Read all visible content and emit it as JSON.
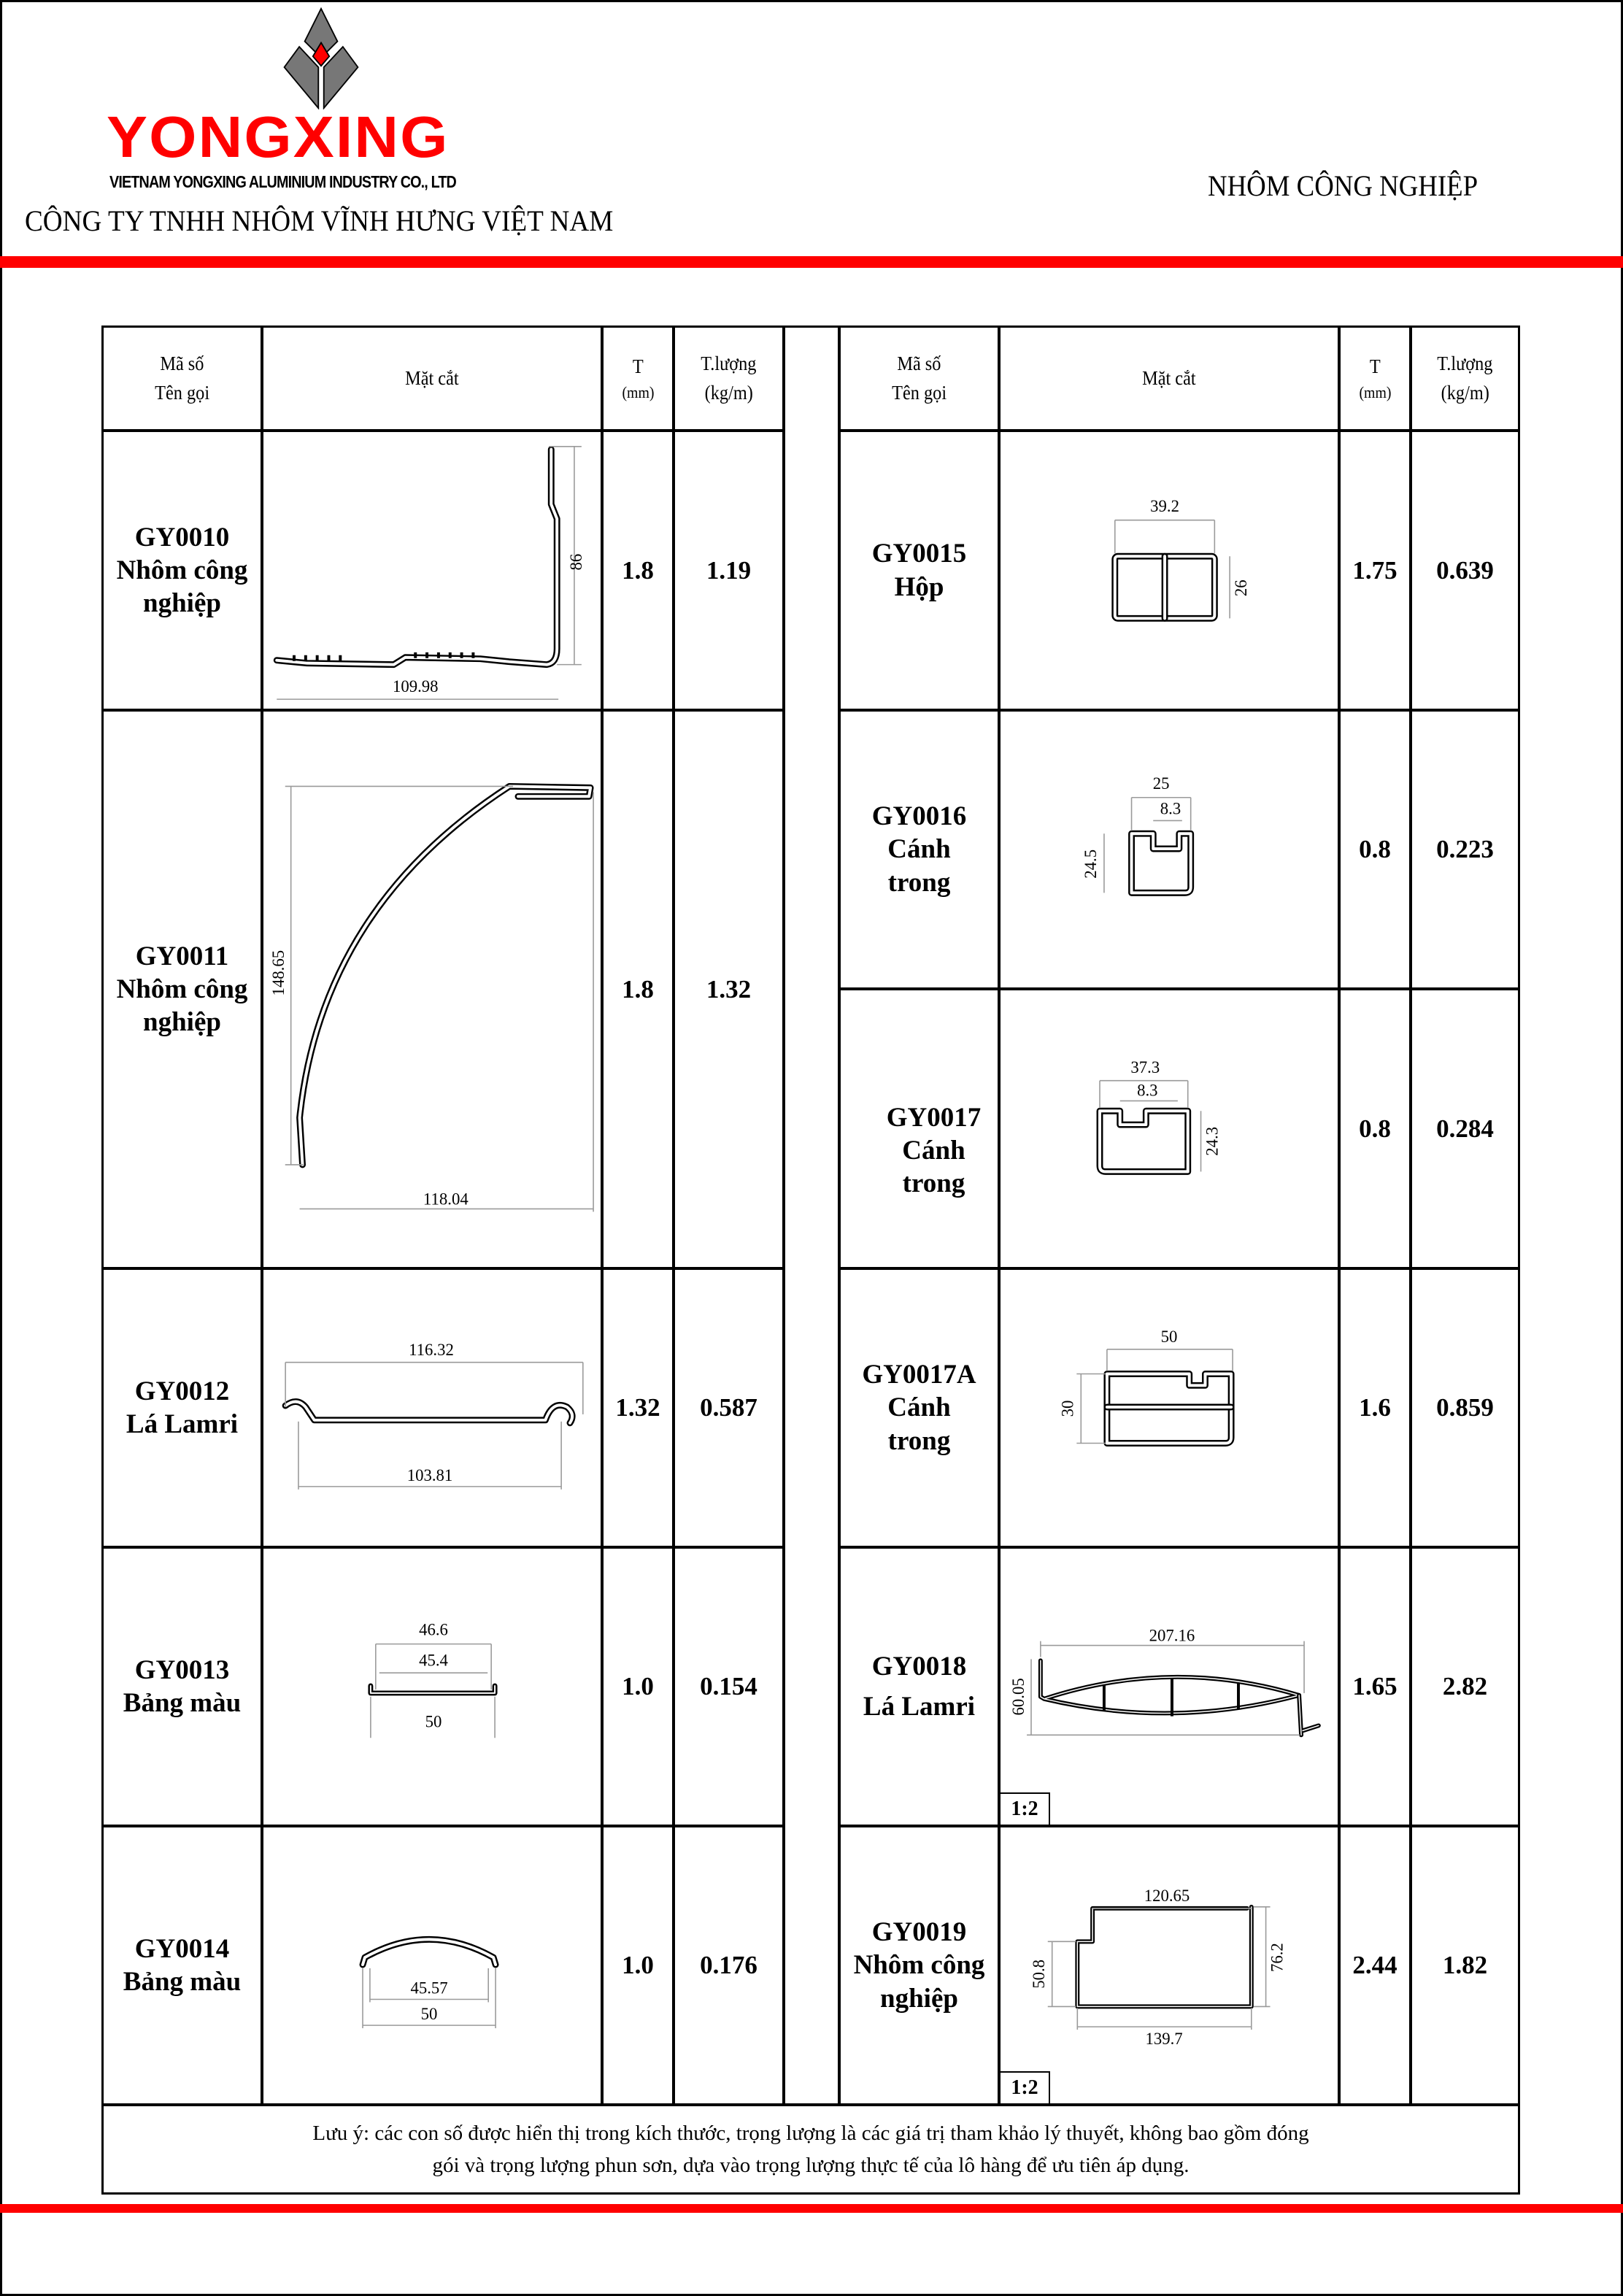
{
  "header": {
    "brand": "YONGXING",
    "brand_sub": "VIETNAM YONGXING ALUMINIUM INDUSTRY CO., LTD",
    "company": "CÔNG TY TNHH NHÔM VĨNH HƯNG VIỆT NAM",
    "category": "NHÔM CÔNG NGHIỆP",
    "accent_color": "#ff0000"
  },
  "columns": {
    "code_line1": "Mã số",
    "code_line2": "Tên gọi",
    "section": "Mặt cắt",
    "t_line1": "T",
    "t_line2": "(mm)",
    "w_line1": "T.lượng",
    "w_line2": "(kg/m)"
  },
  "left_rows": [
    {
      "code": "GY0010",
      "name1": "Nhôm công",
      "name2": "nghiệp",
      "t": "1.8",
      "weight": "1.19",
      "dims": [
        "86",
        "109.98"
      ]
    },
    {
      "code": "GY0011",
      "name1": "Nhôm công",
      "name2": "nghiệp",
      "t": "1.8",
      "weight": "1.32",
      "dims": [
        "148.65",
        "118.04"
      ]
    },
    {
      "code": "GY0012",
      "name1": "Lá Lamri",
      "t": "1.32",
      "weight": "0.587",
      "dims": [
        "116.32",
        "103.81"
      ]
    },
    {
      "code": "GY0013",
      "name1": "Bảng màu",
      "t": "1.0",
      "weight": "0.154",
      "dims": [
        "46.6",
        "45.4",
        "50"
      ]
    },
    {
      "code": "GY0014",
      "name1": "Bảng màu",
      "t": "1.0",
      "weight": "0.176",
      "dims": [
        "45.57",
        "50"
      ]
    }
  ],
  "right_rows": [
    {
      "code": "GY0015",
      "name1": "Hộp",
      "t": "1.75",
      "weight": "0.639",
      "dims": [
        "39.2",
        "26"
      ]
    },
    {
      "code": "GY0016",
      "name1": "Cánh",
      "name2": "trong",
      "t": "0.8",
      "weight": "0.223",
      "dims": [
        "25",
        "8.3",
        "24.5"
      ]
    },
    {
      "code": "GY0017",
      "name1": "Cánh",
      "name2": "trong",
      "t": "0.8",
      "weight": "0.284",
      "dims": [
        "37.3",
        "8.3",
        "24.3"
      ]
    },
    {
      "code": "GY0017A",
      "name1": "Cánh",
      "name2": "trong",
      "t": "1.6",
      "weight": "0.859",
      "dims": [
        "50",
        "30"
      ]
    },
    {
      "code": "GY0018",
      "name1": "Lá Lamri",
      "t": "1.65",
      "weight": "2.82",
      "dims": [
        "207.16",
        "60.05"
      ],
      "scale": "1:2"
    },
    {
      "code": "GY0019",
      "name1": "Nhôm công",
      "name2": "nghiệp",
      "t": "2.44",
      "weight": "1.82",
      "dims": [
        "120.65",
        "50.8",
        "76.2",
        "139.7"
      ],
      "scale": "1:2"
    }
  ],
  "note": {
    "line1": "Lưu ý: các con số được hiển thị trong kích thước, trọng lượng là các giá trị tham khảo lý thuyết, không bao gồm đóng",
    "line2": "gói và trọng lượng phun sơn, dựa vào trọng lượng thực tế của lô hàng  để ưu tiên áp dụng."
  }
}
